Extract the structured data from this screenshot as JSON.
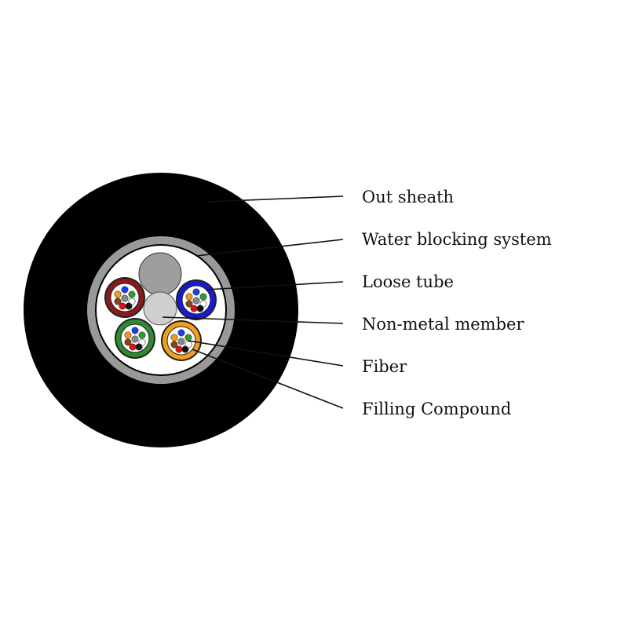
{
  "diagram": {
    "labels": [
      "Out sheath",
      "Water blocking system",
      "Loose tube",
      "Non-metal member",
      "Fiber",
      "Filling Compound"
    ]
  },
  "colors": {
    "sheath": "#000000",
    "water_blocking": "#999999",
    "core_background": "#ffffff",
    "filler_rod": "#9e9e9e",
    "central_member": "#cfcfcf",
    "tube_red": "#8b1a1a",
    "tube_blue": "#1a1ad6",
    "tube_green": "#2e8b2e",
    "tube_orange": "#f2a01c"
  },
  "fiber_colors": [
    "#1e3cf0",
    "#f29b1a",
    "#2aa02a",
    "#8b4513",
    "#888888",
    "#ffffff",
    "#e01010",
    "#111111"
  ]
}
